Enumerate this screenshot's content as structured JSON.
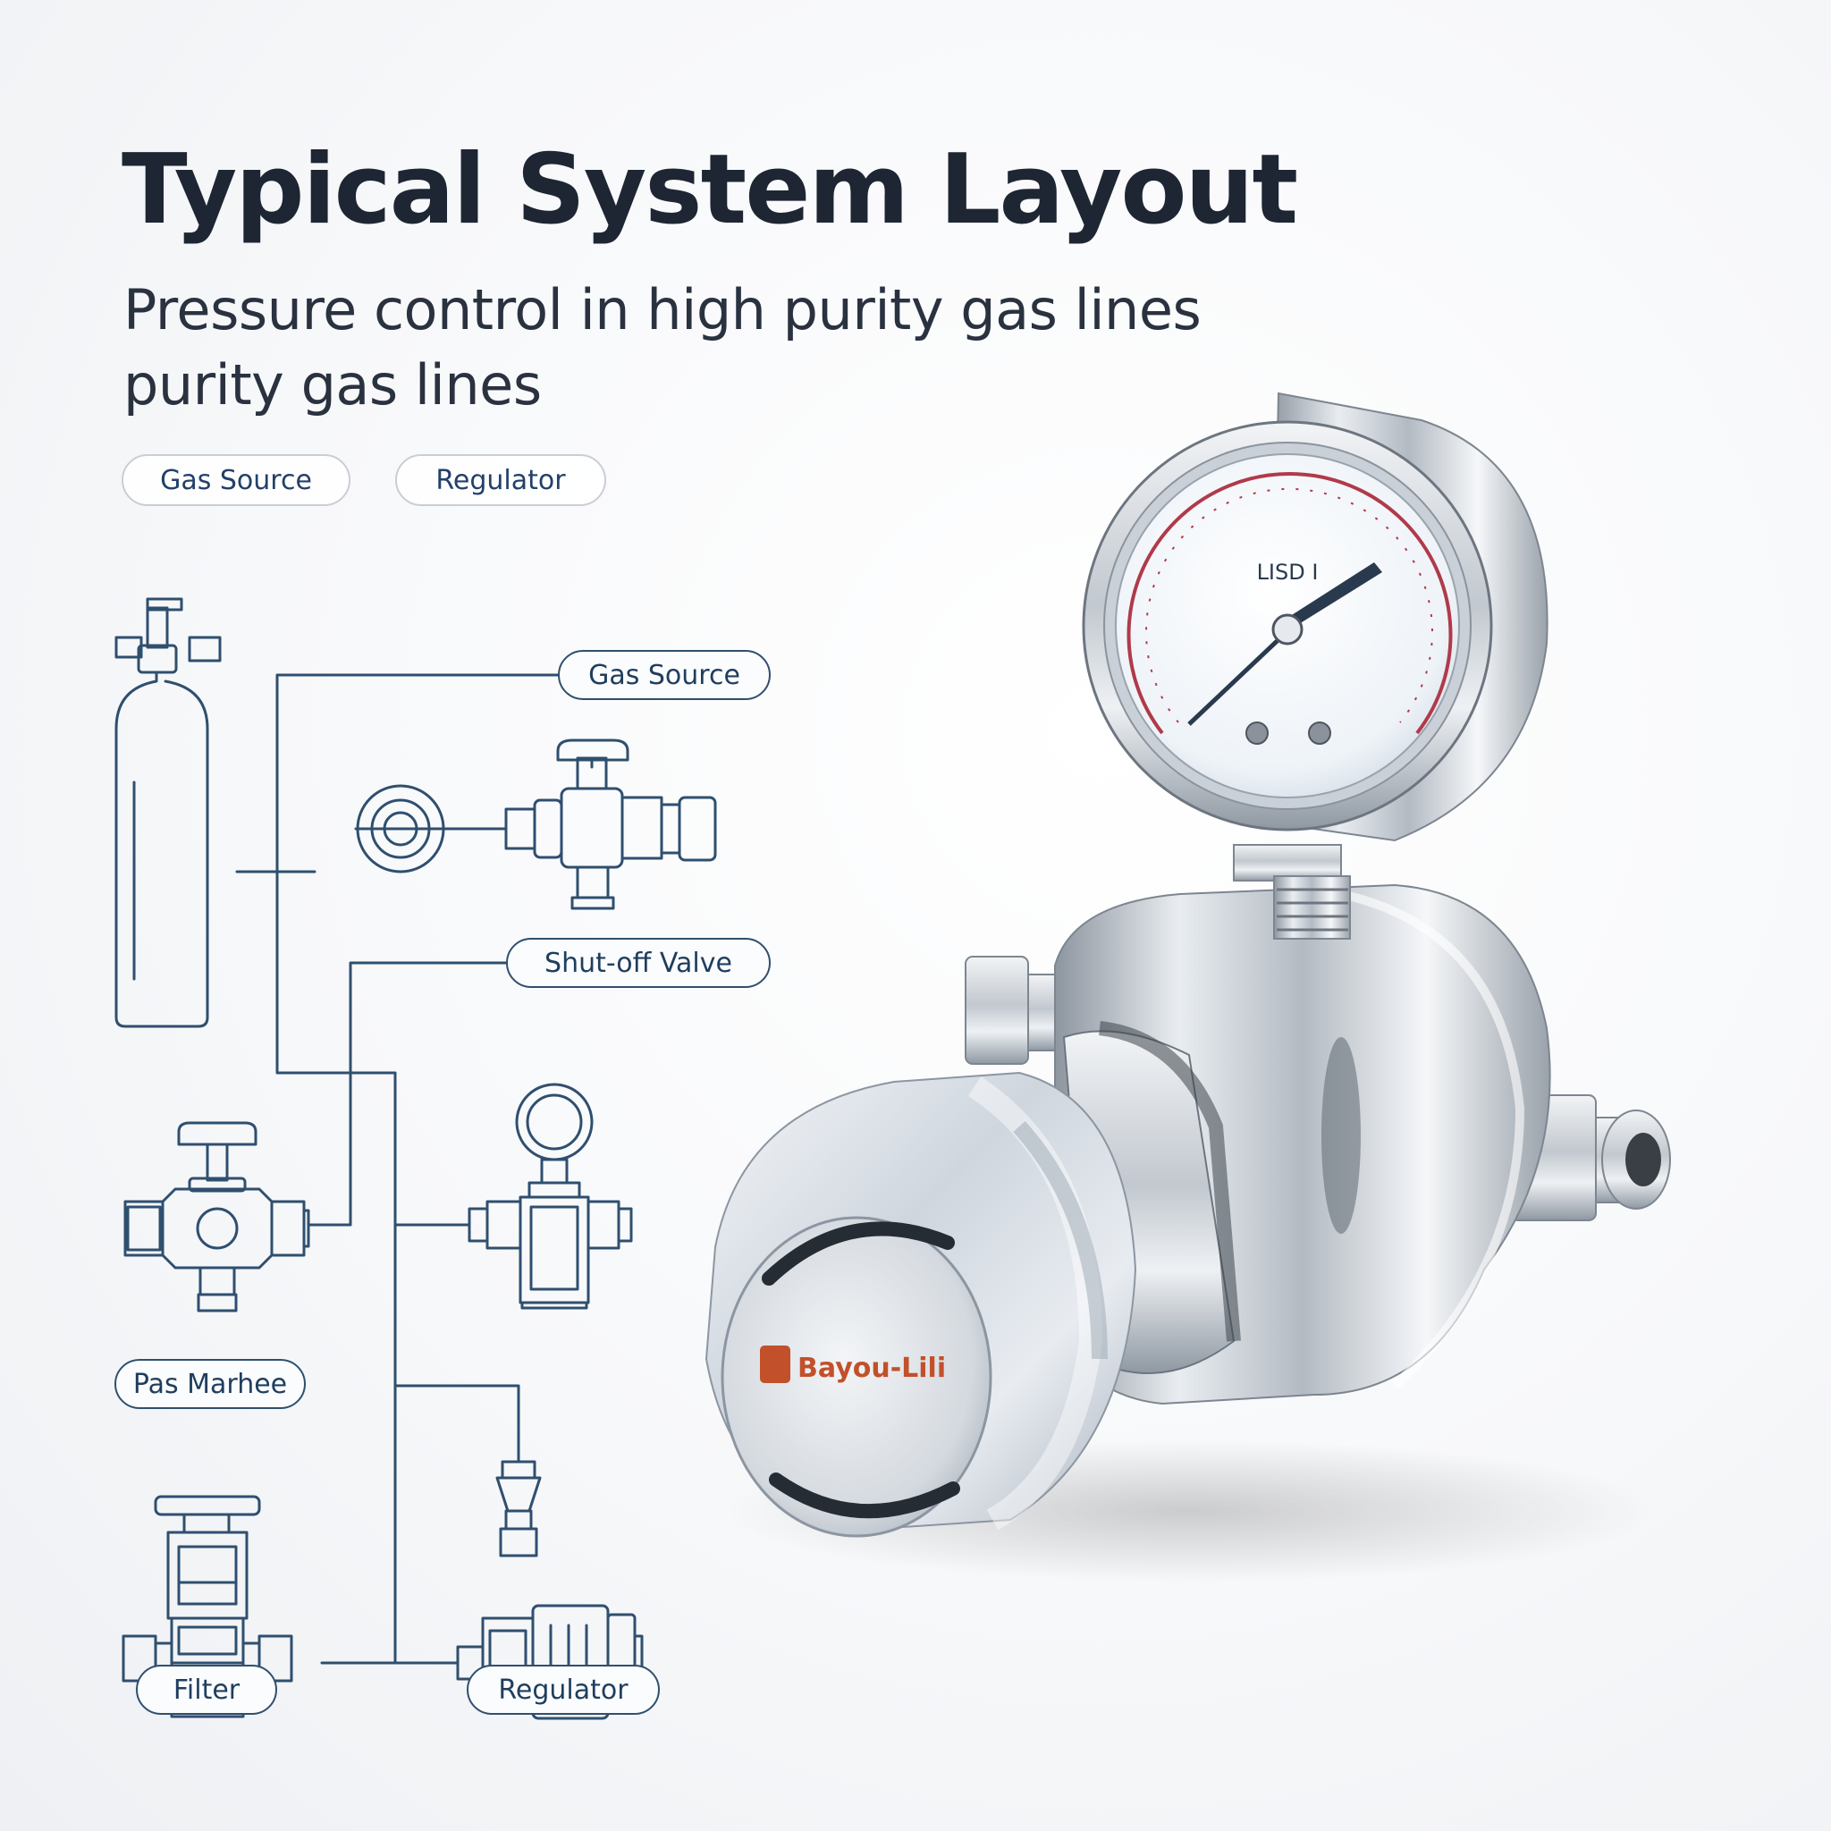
{
  "header": {
    "title": "Typical System Layout",
    "subtitle": "Pressure control in high purity gas lines purity gas lines"
  },
  "chips": [
    {
      "label": "Gas Source"
    },
    {
      "label": "Regulator"
    }
  ],
  "diagram_tags": {
    "gas_source": "Gas Source",
    "shutoff_valve": "Shut-off Valve",
    "pas_marhee": "Pas Marhee",
    "filter": "Filter",
    "regulator": "Regulator"
  },
  "product": {
    "brand_logo_text": "Bayou-Lili",
    "gauge_face_text": "LISD I"
  },
  "colors": {
    "title": "#1e2633",
    "diagram_line": "#2f4f6f",
    "chip_border": "#c9ced6",
    "brand_accent": "#c2502a",
    "gauge_scale": "#b03a4a"
  }
}
